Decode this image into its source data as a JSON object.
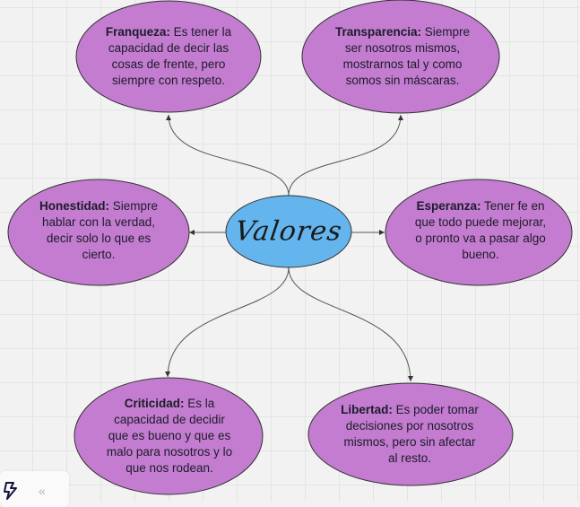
{
  "center": {
    "label": "Valores",
    "color": "#64b4ee"
  },
  "node_color": "#c37ccf",
  "nodes": [
    {
      "id": "franqueza",
      "title": "Franqueza:",
      "text": "Es tener la capacidad de decir las cosas de frente, pero siempre con respeto."
    },
    {
      "id": "transparencia",
      "title": "Transparencia:",
      "text": "Siempre ser nosotros mismos, mostrarnos tal y como somos sin máscaras."
    },
    {
      "id": "honestidad",
      "title": "Honestidad:",
      "text": "Siempre hablar con la verdad, decir solo lo que es cierto."
    },
    {
      "id": "esperanza",
      "title": "Esperanza:",
      "text": "Tener fe en que todo puede mejorar, o pronto va a pasar algo bueno."
    },
    {
      "id": "criticidad",
      "title": "Criticidad:",
      "text": "Es la capacidad de decidir que es bueno y que es malo para nosotros y lo que nos rodean."
    },
    {
      "id": "libertad",
      "title": "Libertad:",
      "text": "Es poder tomar decisiones por nosotros mismos, pero sin afectar al resto."
    }
  ],
  "toolbar": {
    "collapse_label": "«"
  }
}
